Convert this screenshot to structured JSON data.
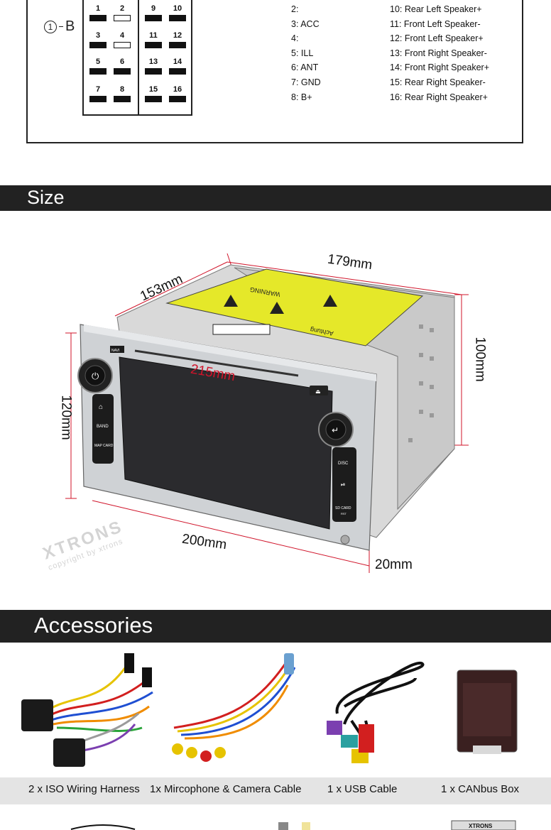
{
  "pinout": {
    "marker_number": "1",
    "marker_letter": "B",
    "connector_pins": [
      {
        "num": "1",
        "filled": true
      },
      {
        "num": "2",
        "filled": false
      },
      {
        "num": "3",
        "filled": true
      },
      {
        "num": "4",
        "filled": false
      },
      {
        "num": "5",
        "filled": true
      },
      {
        "num": "6",
        "filled": true
      },
      {
        "num": "7",
        "filled": true
      },
      {
        "num": "8",
        "filled": true
      },
      {
        "num": "9",
        "filled": true
      },
      {
        "num": "10",
        "filled": true
      },
      {
        "num": "11",
        "filled": true
      },
      {
        "num": "12",
        "filled": true
      },
      {
        "num": "13",
        "filled": true
      },
      {
        "num": "14",
        "filled": true
      },
      {
        "num": "15",
        "filled": true
      },
      {
        "num": "16",
        "filled": true
      }
    ],
    "left_list": [
      "2:",
      "3: ACC",
      "4:",
      "5: ILL",
      "6: ANT",
      "7: GND",
      "8: B+"
    ],
    "right_list": [
      "10: Rear Left Speaker+",
      "11: Front Left Speaker-",
      "12: Front Left Speaker+",
      "13: Front Right Speaker-",
      "14: Front Right Speaker+",
      "15: Rear Right Speaker-",
      "16: Rear Right Speaker+"
    ]
  },
  "size_section": {
    "title": "Size",
    "dimensions": {
      "depth_top": "179mm",
      "depth_side": "153mm",
      "height_back": "100mm",
      "height_front": "120mm",
      "width_screen": "215mm",
      "width_bottom": "200mm",
      "thickness": "20mm"
    },
    "device_labels": {
      "navi": "NAVI",
      "band": "BAND",
      "map": "MAP CARD",
      "disc": "DISC",
      "sd": "SD CARD",
      "rst": "RST"
    },
    "sticker_text": {
      "warning": "WARNING",
      "achtung": "Achtung"
    }
  },
  "accessories_section": {
    "title": "Accessories",
    "items": [
      "2 x ISO Wiring Harness",
      "1x Mircophone & Camera Cable",
      "1 x USB Cable",
      "1 x CANbus Box"
    ],
    "box_brand": "XTRONS"
  },
  "watermark": {
    "brand": "XTRONS",
    "copyright": "copyright by xtrons"
  },
  "colors": {
    "section_bar": "#222222",
    "dimension_red": "#d0142a",
    "sticker_yellow": "#e5e829",
    "caption_bar": "#e4e4e4"
  }
}
